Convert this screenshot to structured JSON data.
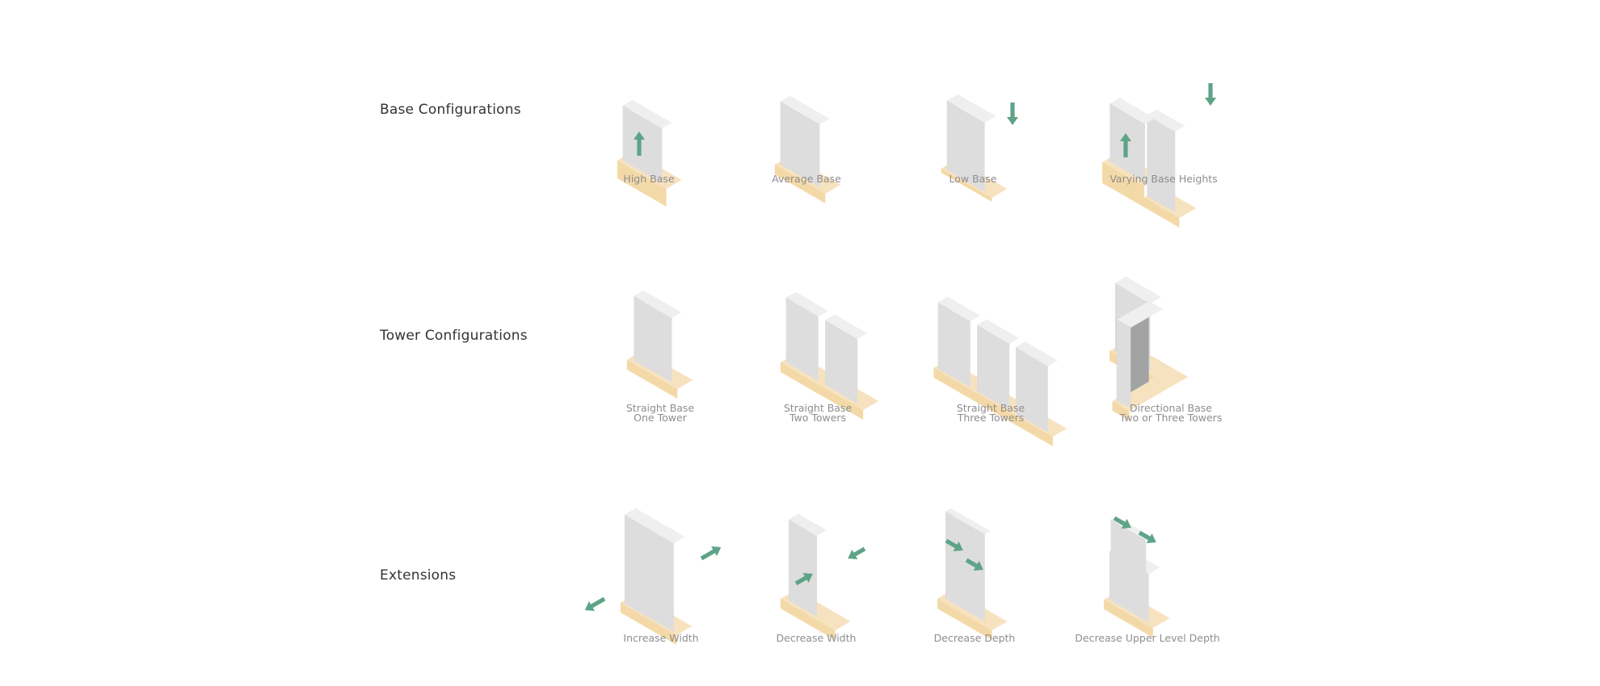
{
  "colors": {
    "tower_top": "#efefef",
    "tower_left": "#a2a4a3",
    "tower_right": "#dddddd",
    "base_top": "#f7e2c0",
    "base_left": "#efcd8c",
    "base_right": "#f4d9a8",
    "arrow": "#5ea387",
    "caption": "#8e8e8e",
    "title": "#333333"
  },
  "rows": [
    {
      "title": "Base Configurations",
      "items": [
        {
          "label": "High Base",
          "icon": "high-base-icon"
        },
        {
          "label": "Average Base",
          "icon": "average-base-icon"
        },
        {
          "label": "Low Base",
          "icon": "low-base-icon"
        },
        {
          "label": "Varying Base Heights",
          "icon": "varying-base-heights-icon"
        }
      ]
    },
    {
      "title": "Tower Configurations",
      "items": [
        {
          "label_lines": [
            "Straight Base",
            "One Tower"
          ],
          "icon": "straight-base-one-tower-icon"
        },
        {
          "label_lines": [
            "Straight Base",
            "Two Towers"
          ],
          "icon": "straight-base-two-towers-icon"
        },
        {
          "label_lines": [
            "Straight Base",
            "Three Towers"
          ],
          "icon": "straight-base-three-towers-icon"
        },
        {
          "label_lines": [
            "Directional Base",
            "Two or Three Towers"
          ],
          "icon": "directional-base-icon"
        }
      ]
    },
    {
      "title": "Extensions",
      "items": [
        {
          "label": "Increase Width",
          "icon": "increase-width-icon"
        },
        {
          "label": "Decrease Width",
          "icon": "decrease-width-icon"
        },
        {
          "label": "Decrease Depth",
          "icon": "decrease-depth-icon"
        },
        {
          "label": "Decrease Upper Level Depth",
          "icon": "decrease-upper-level-depth-icon"
        }
      ]
    }
  ]
}
